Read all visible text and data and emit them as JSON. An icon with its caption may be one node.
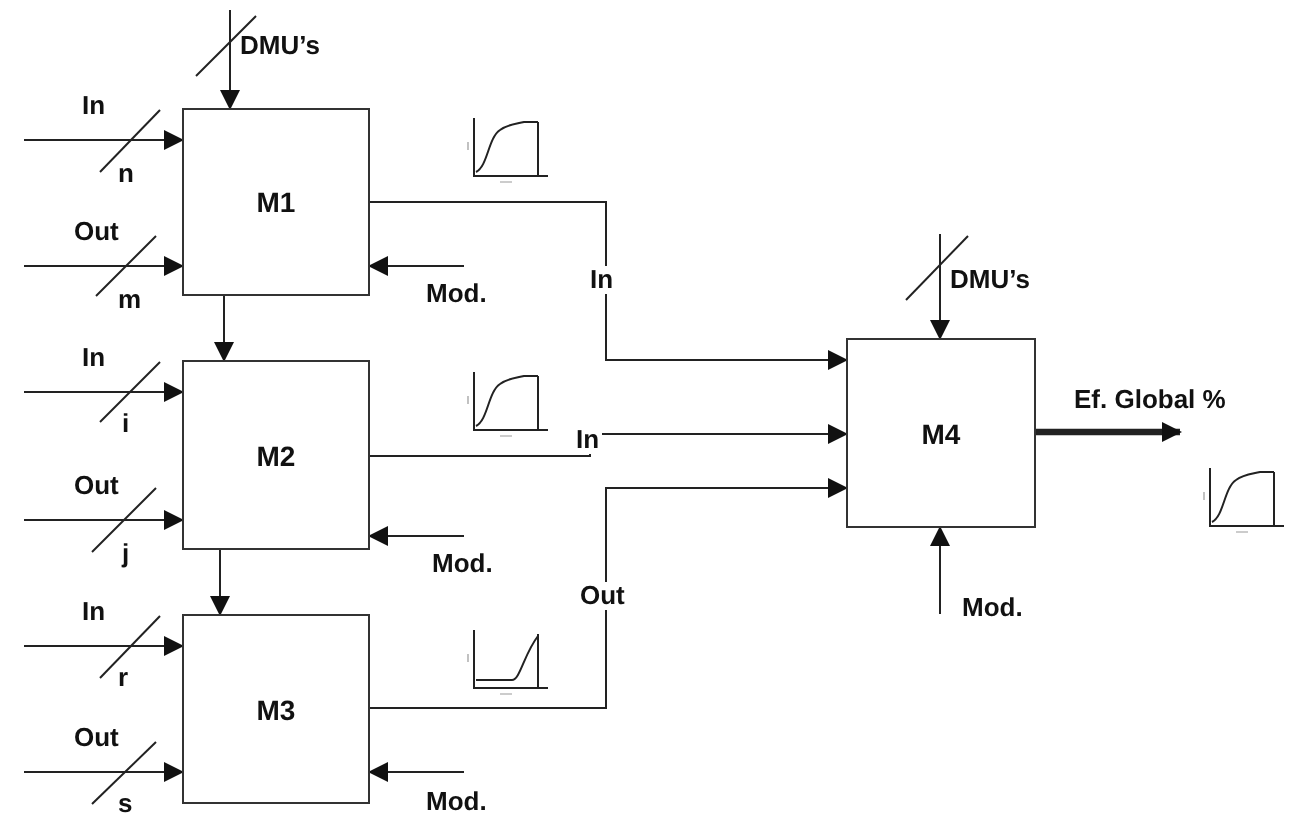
{
  "diagram": {
    "nodes": [
      {
        "text": [
          "M1"
        ]
      },
      {
        "text": [
          "M2"
        ]
      },
      {
        "text": [
          "M3"
        ]
      },
      {
        "text": [
          "M4"
        ]
      }
    ],
    "edges": [
      {
        "from": null,
        "to": 0,
        "arrow": "to",
        "label": "DMU’s"
      },
      {
        "from": null,
        "to": 0,
        "arrow": "to",
        "label": "In"
      },
      {
        "from": null,
        "to": 0,
        "arrow": "to",
        "label": "Out"
      },
      {
        "from": null,
        "to": 0,
        "arrow": "to",
        "label": "Mod."
      },
      {
        "from": 0,
        "to": 1,
        "arrow": "to"
      },
      {
        "from": null,
        "to": 1,
        "arrow": "to",
        "label": "In"
      },
      {
        "from": null,
        "to": 1,
        "arrow": "to",
        "label": "Out"
      },
      {
        "from": null,
        "to": 1,
        "arrow": "to",
        "label": "Mod."
      },
      {
        "from": 1,
        "to": 2,
        "arrow": "to"
      },
      {
        "from": null,
        "to": 2,
        "arrow": "to",
        "label": "In"
      },
      {
        "from": null,
        "to": 2,
        "arrow": "to",
        "label": "Out"
      },
      {
        "from": null,
        "to": 2,
        "arrow": "to",
        "label": "Mod."
      },
      {
        "from": 0,
        "to": 3,
        "arrow": "to",
        "label": "In"
      },
      {
        "from": 1,
        "to": 3,
        "arrow": "to",
        "label": "In"
      },
      {
        "from": 2,
        "to": 3,
        "arrow": "to",
        "label": "Out"
      },
      {
        "from": null,
        "to": 3,
        "arrow": "to",
        "label": "DMU’s"
      },
      {
        "from": null,
        "to": 3,
        "arrow": "to",
        "label": "Mod."
      },
      {
        "from": 3,
        "to": null,
        "arrow": "to",
        "label": "Ef. Global %",
        "style": "thick"
      }
    ],
    "labels": [
      "n",
      "m",
      "i",
      "j",
      "r",
      "s"
    ]
  }
}
